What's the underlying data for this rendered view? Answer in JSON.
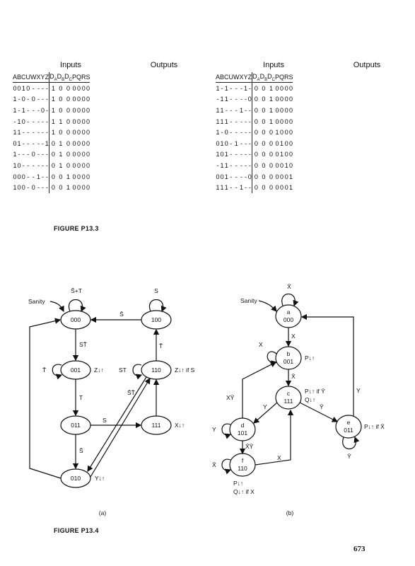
{
  "table_left": {
    "group_inputs": "Inputs",
    "group_outputs": "Outputs",
    "input_cols": [
      "A",
      "B",
      "C",
      "U",
      "W",
      "X",
      "Y",
      "Z"
    ],
    "output_cols": [
      [
        "D",
        "A"
      ],
      [
        "D",
        "B"
      ],
      [
        "D",
        "C"
      ],
      [
        "P",
        ""
      ],
      [
        "Q",
        ""
      ],
      [
        "R",
        ""
      ],
      [
        "S",
        ""
      ]
    ],
    "rows": [
      [
        "0",
        "0",
        "1",
        "0",
        "-",
        "-",
        "-",
        "-",
        "1",
        "0",
        "0",
        "0",
        "0",
        "0",
        "0"
      ],
      [
        "1",
        "-",
        "0",
        "-",
        "0",
        "-",
        "-",
        "-",
        "1",
        "0",
        "0",
        "0",
        "0",
        "0",
        "0"
      ],
      [
        "1",
        "-",
        "1",
        "-",
        "-",
        "-",
        "0",
        "-",
        "1",
        "0",
        "0",
        "0",
        "0",
        "0",
        "0"
      ],
      [
        "-",
        "1",
        "0",
        "-",
        "-",
        "-",
        "-",
        "-",
        "1",
        "1",
        "0",
        "0",
        "0",
        "0",
        "0"
      ],
      [
        "1",
        "1",
        "-",
        "-",
        "-",
        "-",
        "-",
        "-",
        "1",
        "0",
        "0",
        "0",
        "0",
        "0",
        "0"
      ],
      [
        "0",
        "1",
        "-",
        "-",
        "-",
        "-",
        "-",
        "1",
        "0",
        "1",
        "0",
        "0",
        "0",
        "0",
        "0"
      ],
      [
        "1",
        "-",
        "-",
        "-",
        "0",
        "-",
        "-",
        "-",
        "0",
        "1",
        "0",
        "0",
        "0",
        "0",
        "0"
      ],
      [
        "1",
        "0",
        "-",
        "-",
        "-",
        "-",
        "-",
        "-",
        "0",
        "1",
        "0",
        "0",
        "0",
        "0",
        "0"
      ],
      [
        "0",
        "0",
        "0",
        "-",
        "-",
        "1",
        "-",
        "-",
        "0",
        "0",
        "1",
        "0",
        "0",
        "0",
        "0"
      ],
      [
        "1",
        "0",
        "0",
        "-",
        "0",
        "-",
        "-",
        "-",
        "0",
        "0",
        "1",
        "0",
        "0",
        "0",
        "0"
      ]
    ]
  },
  "table_right": {
    "group_inputs": "Inputs",
    "group_outputs": "Outputs",
    "input_cols": [
      "A",
      "B",
      "C",
      "U",
      "W",
      "X",
      "Y",
      "Z"
    ],
    "output_cols": [
      [
        "D",
        "A"
      ],
      [
        "D",
        "B"
      ],
      [
        "D",
        "C"
      ],
      [
        "P",
        ""
      ],
      [
        "Q",
        ""
      ],
      [
        "R",
        ""
      ],
      [
        "S",
        ""
      ]
    ],
    "rows": [
      [
        "1",
        "-",
        "1",
        "-",
        "-",
        "-",
        "1",
        "-",
        "0",
        "0",
        "1",
        "0",
        "0",
        "0",
        "0"
      ],
      [
        "-",
        "1",
        "1",
        "-",
        "-",
        "-",
        "-",
        "0",
        "0",
        "0",
        "1",
        "0",
        "0",
        "0",
        "0"
      ],
      [
        "1",
        "1",
        "-",
        "-",
        "-",
        "1",
        "-",
        "-",
        "0",
        "0",
        "1",
        "0",
        "0",
        "0",
        "0"
      ],
      [
        "1",
        "1",
        "1",
        "-",
        "-",
        "-",
        "-",
        "-",
        "0",
        "0",
        "1",
        "0",
        "0",
        "0",
        "0"
      ],
      [
        "1",
        "-",
        "0",
        "-",
        "-",
        "-",
        "-",
        "-",
        "0",
        "0",
        "0",
        "1",
        "0",
        "0",
        "0"
      ],
      [
        "0",
        "1",
        "0",
        "-",
        "1",
        "-",
        "-",
        "-",
        "0",
        "0",
        "0",
        "0",
        "1",
        "0",
        "0"
      ],
      [
        "1",
        "0",
        "1",
        "-",
        "-",
        "-",
        "-",
        "-",
        "0",
        "0",
        "0",
        "0",
        "1",
        "0",
        "0"
      ],
      [
        "-",
        "1",
        "1",
        "-",
        "-",
        "-",
        "-",
        "-",
        "0",
        "0",
        "0",
        "0",
        "0",
        "1",
        "0"
      ],
      [
        "0",
        "0",
        "1",
        "-",
        "-",
        "-",
        "-",
        "0",
        "0",
        "0",
        "0",
        "0",
        "0",
        "0",
        "1"
      ],
      [
        "1",
        "1",
        "1",
        "-",
        "-",
        "1",
        "-",
        "-",
        "0",
        "0",
        "0",
        "0",
        "0",
        "0",
        "1"
      ]
    ]
  },
  "figure_p13_3_caption": "FIGURE P13.3",
  "figure_p13_4_caption": "FIGURE P13.4",
  "page_number": "673",
  "diagram_a": {
    "sublabel": "(a)",
    "sanity": "Sanity",
    "states": {
      "s000": "000",
      "s001": "001",
      "s011": "011",
      "s010": "010",
      "s100": "100",
      "s110": "110",
      "s111": "111"
    },
    "outputs": {
      "o001": "Z↓↑",
      "o010": "Y↓↑",
      "o110": "Z↓↑ if S",
      "o111": "X↓↑"
    },
    "edges": {
      "self000": "S̄+T",
      "self100": "S",
      "e100_000": "S̄",
      "e000_001": "ST̄",
      "self001": "T̄",
      "e001_011": "T",
      "e011_111": "S",
      "e011_010": "S̄",
      "self110_st": "ST",
      "self110_sbt": "S̄T̄",
      "e110_100": "T̄"
    }
  },
  "diagram_b": {
    "sublabel": "(b)",
    "sanity": "Sanity",
    "states": {
      "a": {
        "name": "a",
        "code": "000"
      },
      "b": {
        "name": "b",
        "code": "001"
      },
      "c": {
        "name": "c",
        "code": "111"
      },
      "d": {
        "name": "d",
        "code": "101"
      },
      "e": {
        "name": "e",
        "code": "011"
      },
      "f": {
        "name": "f",
        "code": "110"
      }
    },
    "outputs": {
      "ob": "P↓↑",
      "oc1": "P↓↑ if Ȳ",
      "oc2": "Q↓↑",
      "oe": "P↓↑ if X̄",
      "of1": "P↓↑",
      "of2": "Q↓↑ if X"
    },
    "edges": {
      "selfa": "X̄",
      "ea_b": "X",
      "selfb": "X",
      "eb_c": "X̄",
      "ec_d": "Y",
      "ec_e": "Ȳ",
      "ee_a": "Y",
      "selfe": "Ȳ",
      "selfd": "Y",
      "ed_b": "XȲ",
      "ed_f": "X̄Ȳ",
      "selff": "X̄",
      "ef_c": "X"
    }
  }
}
